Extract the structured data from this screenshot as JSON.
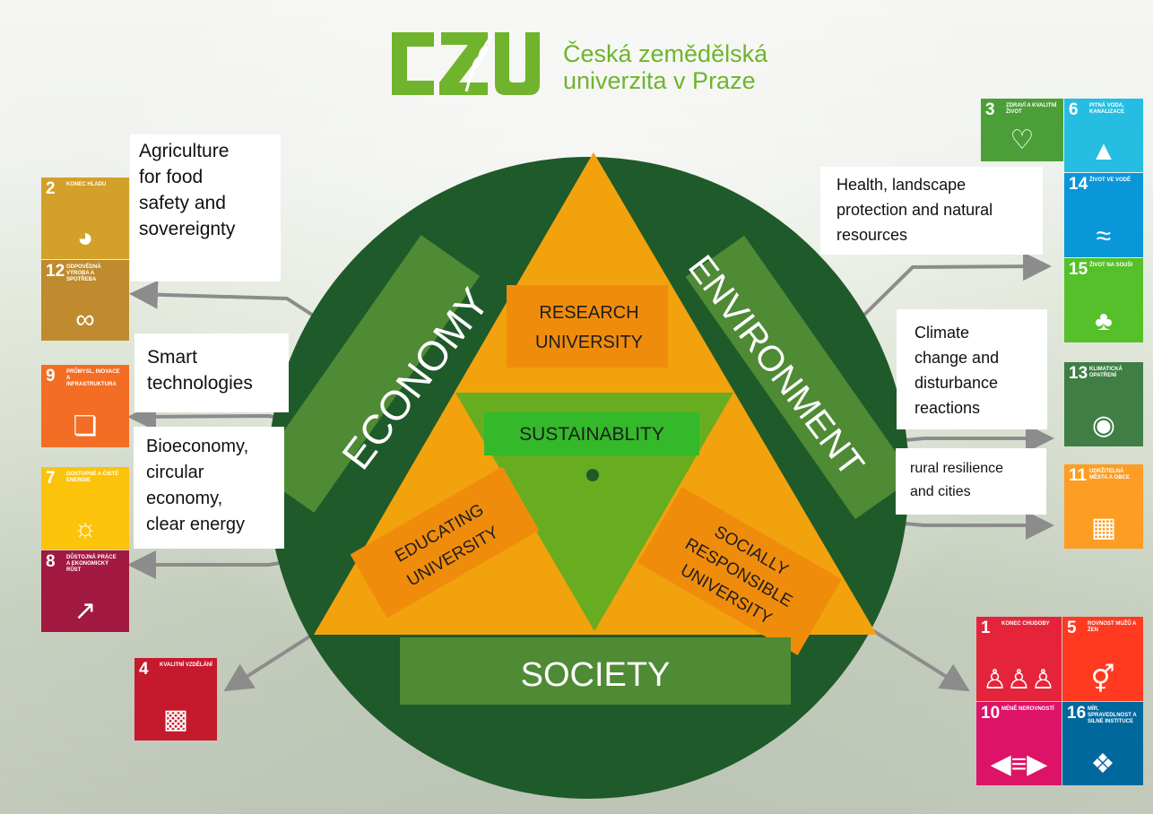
{
  "logo": {
    "line1": "Česká zemědělská",
    "line2": "univerzita v Praze"
  },
  "pillars": {
    "economy": "ECONOMY",
    "environment": "ENVIRONMENT",
    "society": "SOCIETY"
  },
  "triangle": {
    "top": [
      "RESEARCH",
      "UNIVERSITY"
    ],
    "left": [
      "EDUCATING",
      "UNIVERSITY"
    ],
    "right": [
      "SOCIALLY",
      "RESPONSIBLE",
      "UNIVERSITY"
    ],
    "center": "SUSTAINABLITY"
  },
  "text_boxes": {
    "agriculture": [
      "Agriculture",
      "for food",
      "safety and",
      "sovereignty"
    ],
    "smart": [
      "Smart",
      "technologies"
    ],
    "bio": [
      "Bioeconomy,",
      "circular",
      "economy,",
      "clear energy"
    ],
    "health": [
      "Health, landscape",
      "protection and natural",
      "resources"
    ],
    "climate": [
      "Climate",
      "change and",
      "disturbance",
      "reactions"
    ],
    "rural": [
      "rural resilience",
      "and cities"
    ]
  },
  "sdg_tiles": {
    "sdg2": {
      "num": "2",
      "title": "KONEC HLADU",
      "icon": "bowl-icon",
      "color": "#d3a029"
    },
    "sdg12": {
      "num": "12",
      "title": "ODPOVĚDNÁ VÝROBA A SPOTŘEBA",
      "icon": "infinity-icon",
      "color": "#bf8b2e"
    },
    "sdg9": {
      "num": "9",
      "title": "PRŮMYSL, INOVACE A INFRASTRUKTURA",
      "icon": "cubes-icon",
      "color": "#f36d25"
    },
    "sdg7": {
      "num": "7",
      "title": "DOSTUPNÉ A ČISTÉ ENERGIE",
      "icon": "sun-power-icon",
      "color": "#fcc30b"
    },
    "sdg8": {
      "num": "8",
      "title": "DŮSTOJNÁ PRÁCE A EKONOMICKÝ RŮST",
      "icon": "growth-chart-icon",
      "color": "#a21942"
    },
    "sdg4": {
      "num": "4",
      "title": "KVALITNÍ VZDĚLÁNÍ",
      "icon": "book-icon",
      "color": "#c5192d"
    },
    "sdg3": {
      "num": "3",
      "title": "ZDRAVÍ A KVALITNÍ ŽIVOT",
      "icon": "heartbeat-icon",
      "color": "#4c9f38"
    },
    "sdg6": {
      "num": "6",
      "title": "PITNÁ VODA, KANALIZACE",
      "icon": "water-drop-icon",
      "color": "#26bde2"
    },
    "sdg14": {
      "num": "14",
      "title": "ŽIVOT VE VODĚ",
      "icon": "fish-icon",
      "color": "#0a97d9"
    },
    "sdg15": {
      "num": "15",
      "title": "ŽIVOT NA SOUŠI",
      "icon": "tree-icon",
      "color": "#56c02b"
    },
    "sdg13": {
      "num": "13",
      "title": "KLIMATICKÁ OPATŘENÍ",
      "icon": "eye-globe-icon",
      "color": "#3f7e44"
    },
    "sdg11": {
      "num": "11",
      "title": "UDRŽITELNÁ MĚSTA A OBCE",
      "icon": "city-icon",
      "color": "#fd9d24"
    },
    "sdg1": {
      "num": "1",
      "title": "KONEC CHUDOBY",
      "icon": "family-icon",
      "color": "#e5243b"
    },
    "sdg5": {
      "num": "5",
      "title": "ROVNOST MUŽŮ A ŽEN",
      "icon": "gender-icon",
      "color": "#ff3a21"
    },
    "sdg10": {
      "num": "10",
      "title": "MÉNĚ NEROVNOSTÍ",
      "icon": "equality-icon",
      "color": "#dd1367"
    },
    "sdg16": {
      "num": "16",
      "title": "MÍR, SPRAVEDLNOST A SILNÉ INSTITUCE",
      "icon": "dove-icon",
      "color": "#00689d"
    }
  },
  "colors": {
    "circle": "#1f5a2a",
    "triangle_orange": "#f2a20c",
    "triangle_green": "#68ad1f",
    "pillar": "#4f8a35",
    "label_orange": "#f08c0c",
    "sustainability_box": "#33b92a",
    "logo_green": "#6fb42c",
    "arrow": "#8c8c8c"
  }
}
